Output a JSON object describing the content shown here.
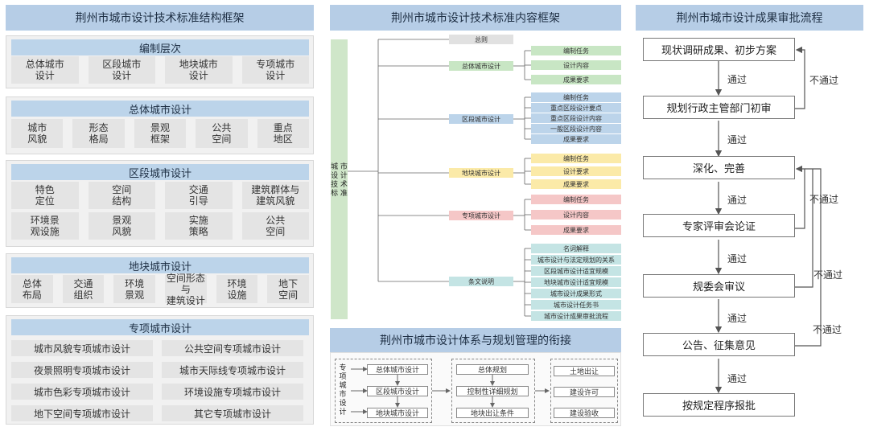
{
  "colors": {
    "header": "#b6cde6",
    "cell": "#e4e4e4",
    "green": "#c8e6c4",
    "blue": "#bcd4ea",
    "yellow": "#fbeaa8",
    "pink": "#f5c7c7",
    "teal": "#c4e4e4",
    "grey": "#e1e1e1",
    "spine": "#cfe6c9"
  },
  "left": {
    "title": "荆州市城市设计技术标准结构框架",
    "sections": [
      {
        "title": "编制层次",
        "cells": [
          "总体城市\n设计",
          "区段城市\n设计",
          "地块城市\n设计",
          "专项城市\n设计"
        ]
      },
      {
        "title": "总体城市设计",
        "cells": [
          "城市\n风貌",
          "形态\n格局",
          "景观\n框架",
          "公共\n空间",
          "重点\n地区"
        ]
      },
      {
        "title": "区段城市设计",
        "cells": [
          "特色\n定位",
          "空间\n结构",
          "交通\n引导",
          "建筑群体与\n建筑风貌",
          "环境景\n观设施",
          "景观\n风貌",
          "实施\n策略",
          "公共\n空间"
        ]
      },
      {
        "title": "地块城市设计",
        "cells": [
          "总体\n布局",
          "交通\n组织",
          "环境\n景观",
          "空间形态与\n建筑设计",
          "环境\n设施",
          "地下\n空间"
        ]
      },
      {
        "title": "专项城市设计",
        "cells": [
          "城市风貌专项城市设计",
          "公共空间专项城市设计",
          "夜景照明专项城市设计",
          "城市天际线专项城市设计",
          "城市色彩专项城市设计",
          "环境设施专项城市设计",
          "地下空间专项城市设计",
          "其它专项城市设计"
        ]
      }
    ]
  },
  "middle": {
    "title": "荆州市城市设计技术标准内容框架",
    "spine": "城\n市\n设\n计\n技\n术\n标\n准",
    "groups": [
      {
        "label": "总则",
        "color": "grey",
        "items": []
      },
      {
        "label": "总体城市设计",
        "color": "green",
        "items": [
          "编制任务",
          "设计内容",
          "成果要求"
        ]
      },
      {
        "label": "区段城市设计",
        "color": "blue",
        "items": [
          "编制任务",
          "重点区段设计要点",
          "重点区段设计内容",
          "一般区段设计内容",
          "成果要求"
        ]
      },
      {
        "label": "地块城市设计",
        "color": "yellow",
        "items": [
          "编制任务",
          "设计要求",
          "成果要求"
        ]
      },
      {
        "label": "专项城市设计",
        "color": "pink",
        "items": [
          "编制任务",
          "设计内容",
          "成果要求"
        ]
      },
      {
        "label": "条文说明",
        "color": "teal",
        "items": [
          "名词解释",
          "城市设计与法定规划的关系",
          "区段城市设计适宜规模",
          "地块城市设计适宜规模",
          "城市设计成果形式",
          "城市设计任务书",
          "城市设计成果审批流程"
        ]
      }
    ]
  },
  "bottom": {
    "title": "荆州市城市设计体系与规划管理的衔接",
    "vertical": "专\n项\n城\n市\n设\n计",
    "col1": [
      "总体城市设计",
      "区段城市设计",
      "地块城市设计"
    ],
    "col2": [
      "总体规划",
      "控制性详细规划",
      "地块出让条件"
    ],
    "col3": [
      "土地出让",
      "建设许可",
      "建设验收"
    ]
  },
  "right": {
    "title": "荆州市城市设计成果审批流程",
    "steps": [
      "现状调研成果、初步方案",
      "规划行政主管部门初审",
      "深化、完善",
      "专家评审会论证",
      "规委会审议",
      "公告、征集意见",
      "按规定程序报批"
    ],
    "pass": "通过",
    "fail": "不通过"
  }
}
